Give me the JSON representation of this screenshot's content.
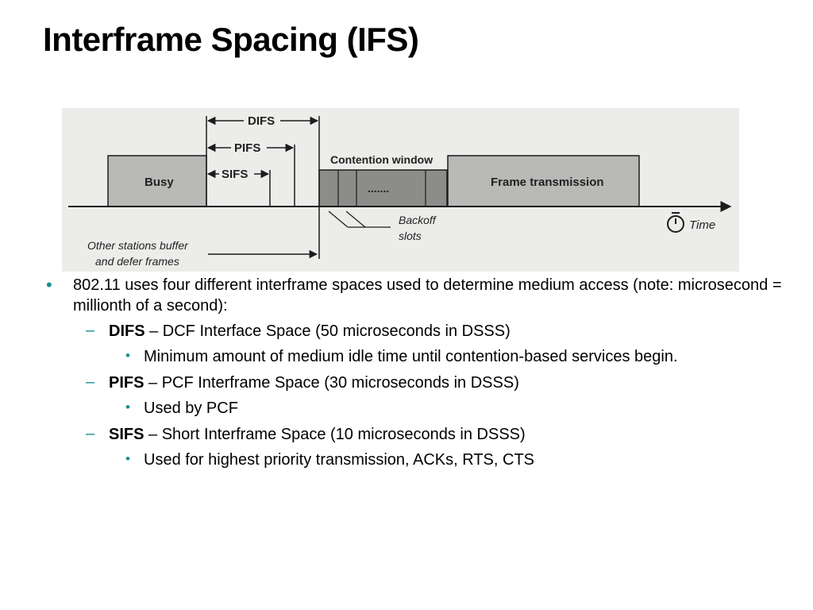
{
  "title": "Interframe Spacing (IFS)",
  "figure": {
    "labels": {
      "difs": "DIFS",
      "pifs": "PIFS",
      "sifs": "SIFS",
      "busy": "Busy",
      "contention_window": "Contention window",
      "dots": ".......",
      "frame_transmission": "Frame transmission",
      "backoff_line1": "Backoff",
      "backoff_line2": "slots",
      "time": "Time",
      "other_line1": "Other stations buffer",
      "other_line2": "and defer frames"
    },
    "colors": {
      "busy_fill": "#b9b9b7",
      "contention_fill": "#8c8c8a",
      "frame_fill": "#b9b9b7",
      "line": "#1c1c1c"
    },
    "icons": {
      "stopwatch": "stopwatch-icon"
    }
  },
  "bullets": {
    "b1": {
      "text": "802.11 uses four different interframe spaces used to determine medium access (note: microsecond = millionth of a second):"
    },
    "difs": {
      "term": "DIFS",
      "desc": " – DCF Interface Space (50 microseconds in DSSS)",
      "sub": "Minimum amount of medium idle time until contention-based services begin."
    },
    "pifs": {
      "term": "PIFS",
      "desc": " – PCF Interframe Space (30 microseconds in DSSS)",
      "sub": "Used by PCF"
    },
    "sifs": {
      "term": "SIFS",
      "desc": " – Short Interframe Space (10 microseconds in DSSS)",
      "sub": "Used  for highest priority transmission, ACKs, RTS, CTS"
    },
    "markers": {
      "l1": "•",
      "l2": "–",
      "l3": "•"
    }
  }
}
